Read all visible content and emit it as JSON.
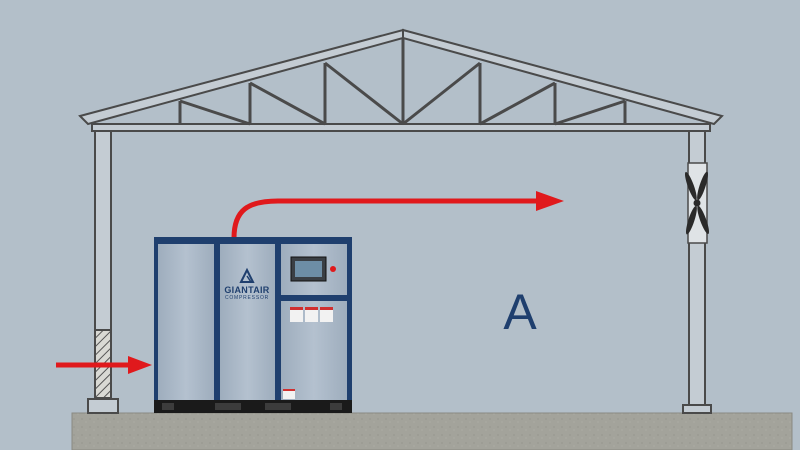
{
  "diagram": {
    "zone_label": "A",
    "compressor": {
      "brand_name": "GIANTAIR",
      "brand_sub": "COMPRESSOR"
    },
    "icons": {
      "fan": "fan-icon",
      "logo": "giantair-logo-icon",
      "arrow": "arrow-right-icon"
    },
    "colors": {
      "background": "#b3bfc9",
      "arrow": "#e0191c",
      "compressor_frame": "#1f3f6e",
      "compressor_panel": "#a8b6c5",
      "structure": "#4a4a4a",
      "floor": "#a3a39b"
    }
  }
}
